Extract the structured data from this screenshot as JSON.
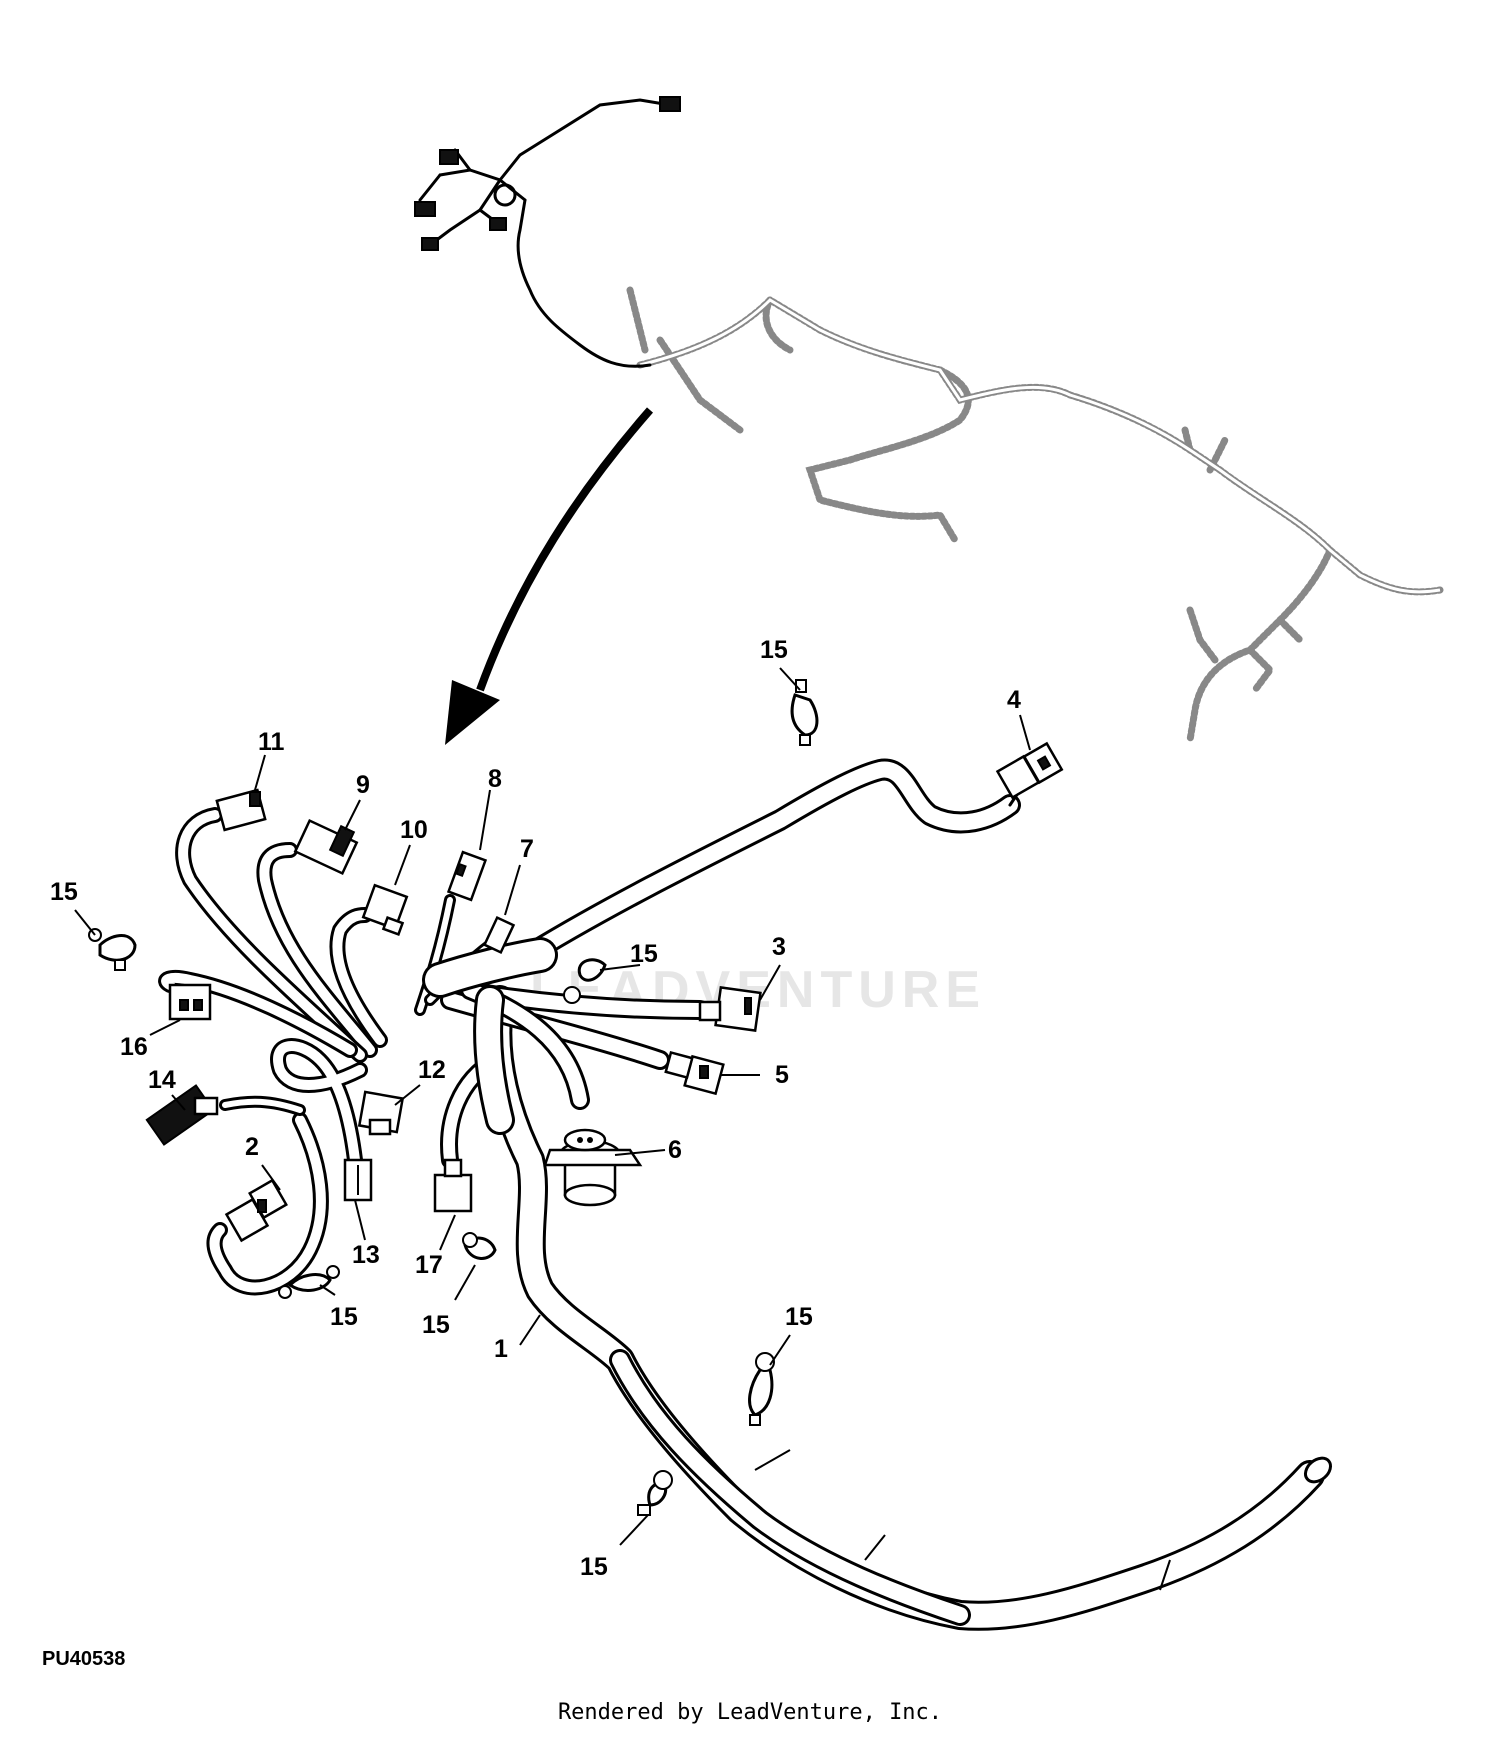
{
  "diagram": {
    "figure_code": "PU40538",
    "footer": "Rendered by LeadVenture, Inc.",
    "watermark": "LEADVENTURE",
    "callouts": [
      {
        "id": "c1",
        "label": "1"
      },
      {
        "id": "c2",
        "label": "2"
      },
      {
        "id": "c3",
        "label": "3"
      },
      {
        "id": "c4",
        "label": "4"
      },
      {
        "id": "c5",
        "label": "5"
      },
      {
        "id": "c6",
        "label": "6"
      },
      {
        "id": "c7",
        "label": "7"
      },
      {
        "id": "c8",
        "label": "8"
      },
      {
        "id": "c9",
        "label": "9"
      },
      {
        "id": "c10",
        "label": "10"
      },
      {
        "id": "c11",
        "label": "11"
      },
      {
        "id": "c12",
        "label": "12"
      },
      {
        "id": "c13",
        "label": "13"
      },
      {
        "id": "c14",
        "label": "14"
      },
      {
        "id": "c15a",
        "label": "15"
      },
      {
        "id": "c15b",
        "label": "15"
      },
      {
        "id": "c15c",
        "label": "15"
      },
      {
        "id": "c15d",
        "label": "15"
      },
      {
        "id": "c15e",
        "label": "15"
      },
      {
        "id": "c15f",
        "label": "15"
      },
      {
        "id": "c15g",
        "label": "15"
      },
      {
        "id": "c16",
        "label": "16"
      },
      {
        "id": "c17",
        "label": "17"
      }
    ]
  }
}
